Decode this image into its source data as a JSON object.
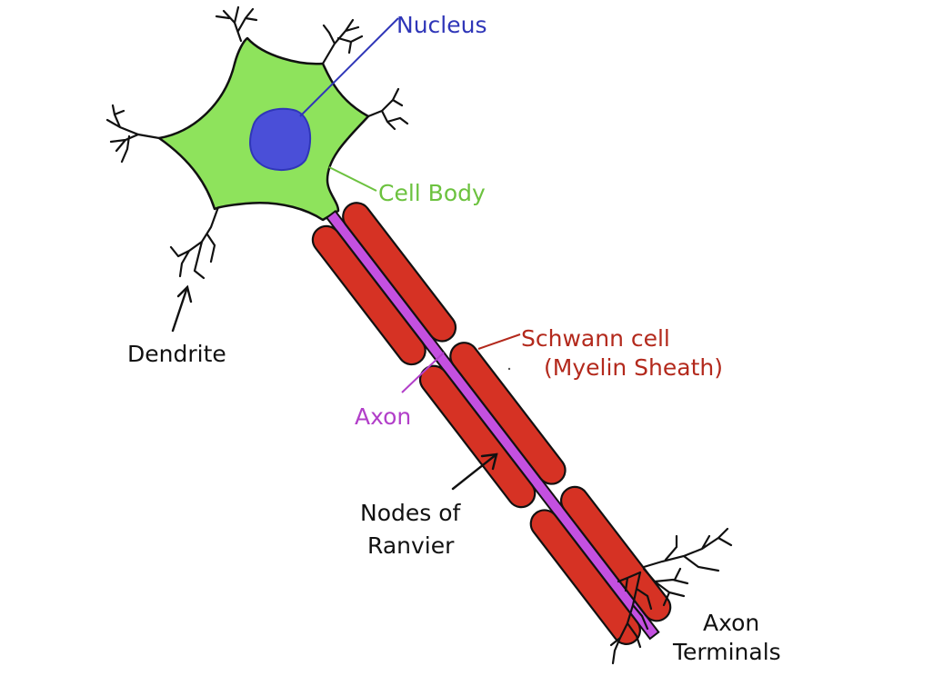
{
  "labels": {
    "nucleus": "Nucleus",
    "cell_body": "Cell Body",
    "schwann_cell": "Schwann cell",
    "myelin_sheath": "(Myelin Sheath)",
    "axon": "Axon",
    "dendrite": "Dendrite",
    "nodes_of_ranvier_line1": "Nodes of",
    "nodes_of_ranvier_line2": "Ranvier",
    "axon_terminals_line1": "Axon",
    "axon_terminals_line2": "Terminals"
  },
  "colors": {
    "cell_body": "#8ee35c",
    "nucleus": "#4a4fd8",
    "myelin": "#d63224",
    "axon": "#c450e0",
    "label_nucleus": "#2f36b8",
    "label_cell_body": "#6cc23f",
    "label_schwann": "#b3291c",
    "label_axon": "#b23fc9",
    "outline": "#111111"
  }
}
